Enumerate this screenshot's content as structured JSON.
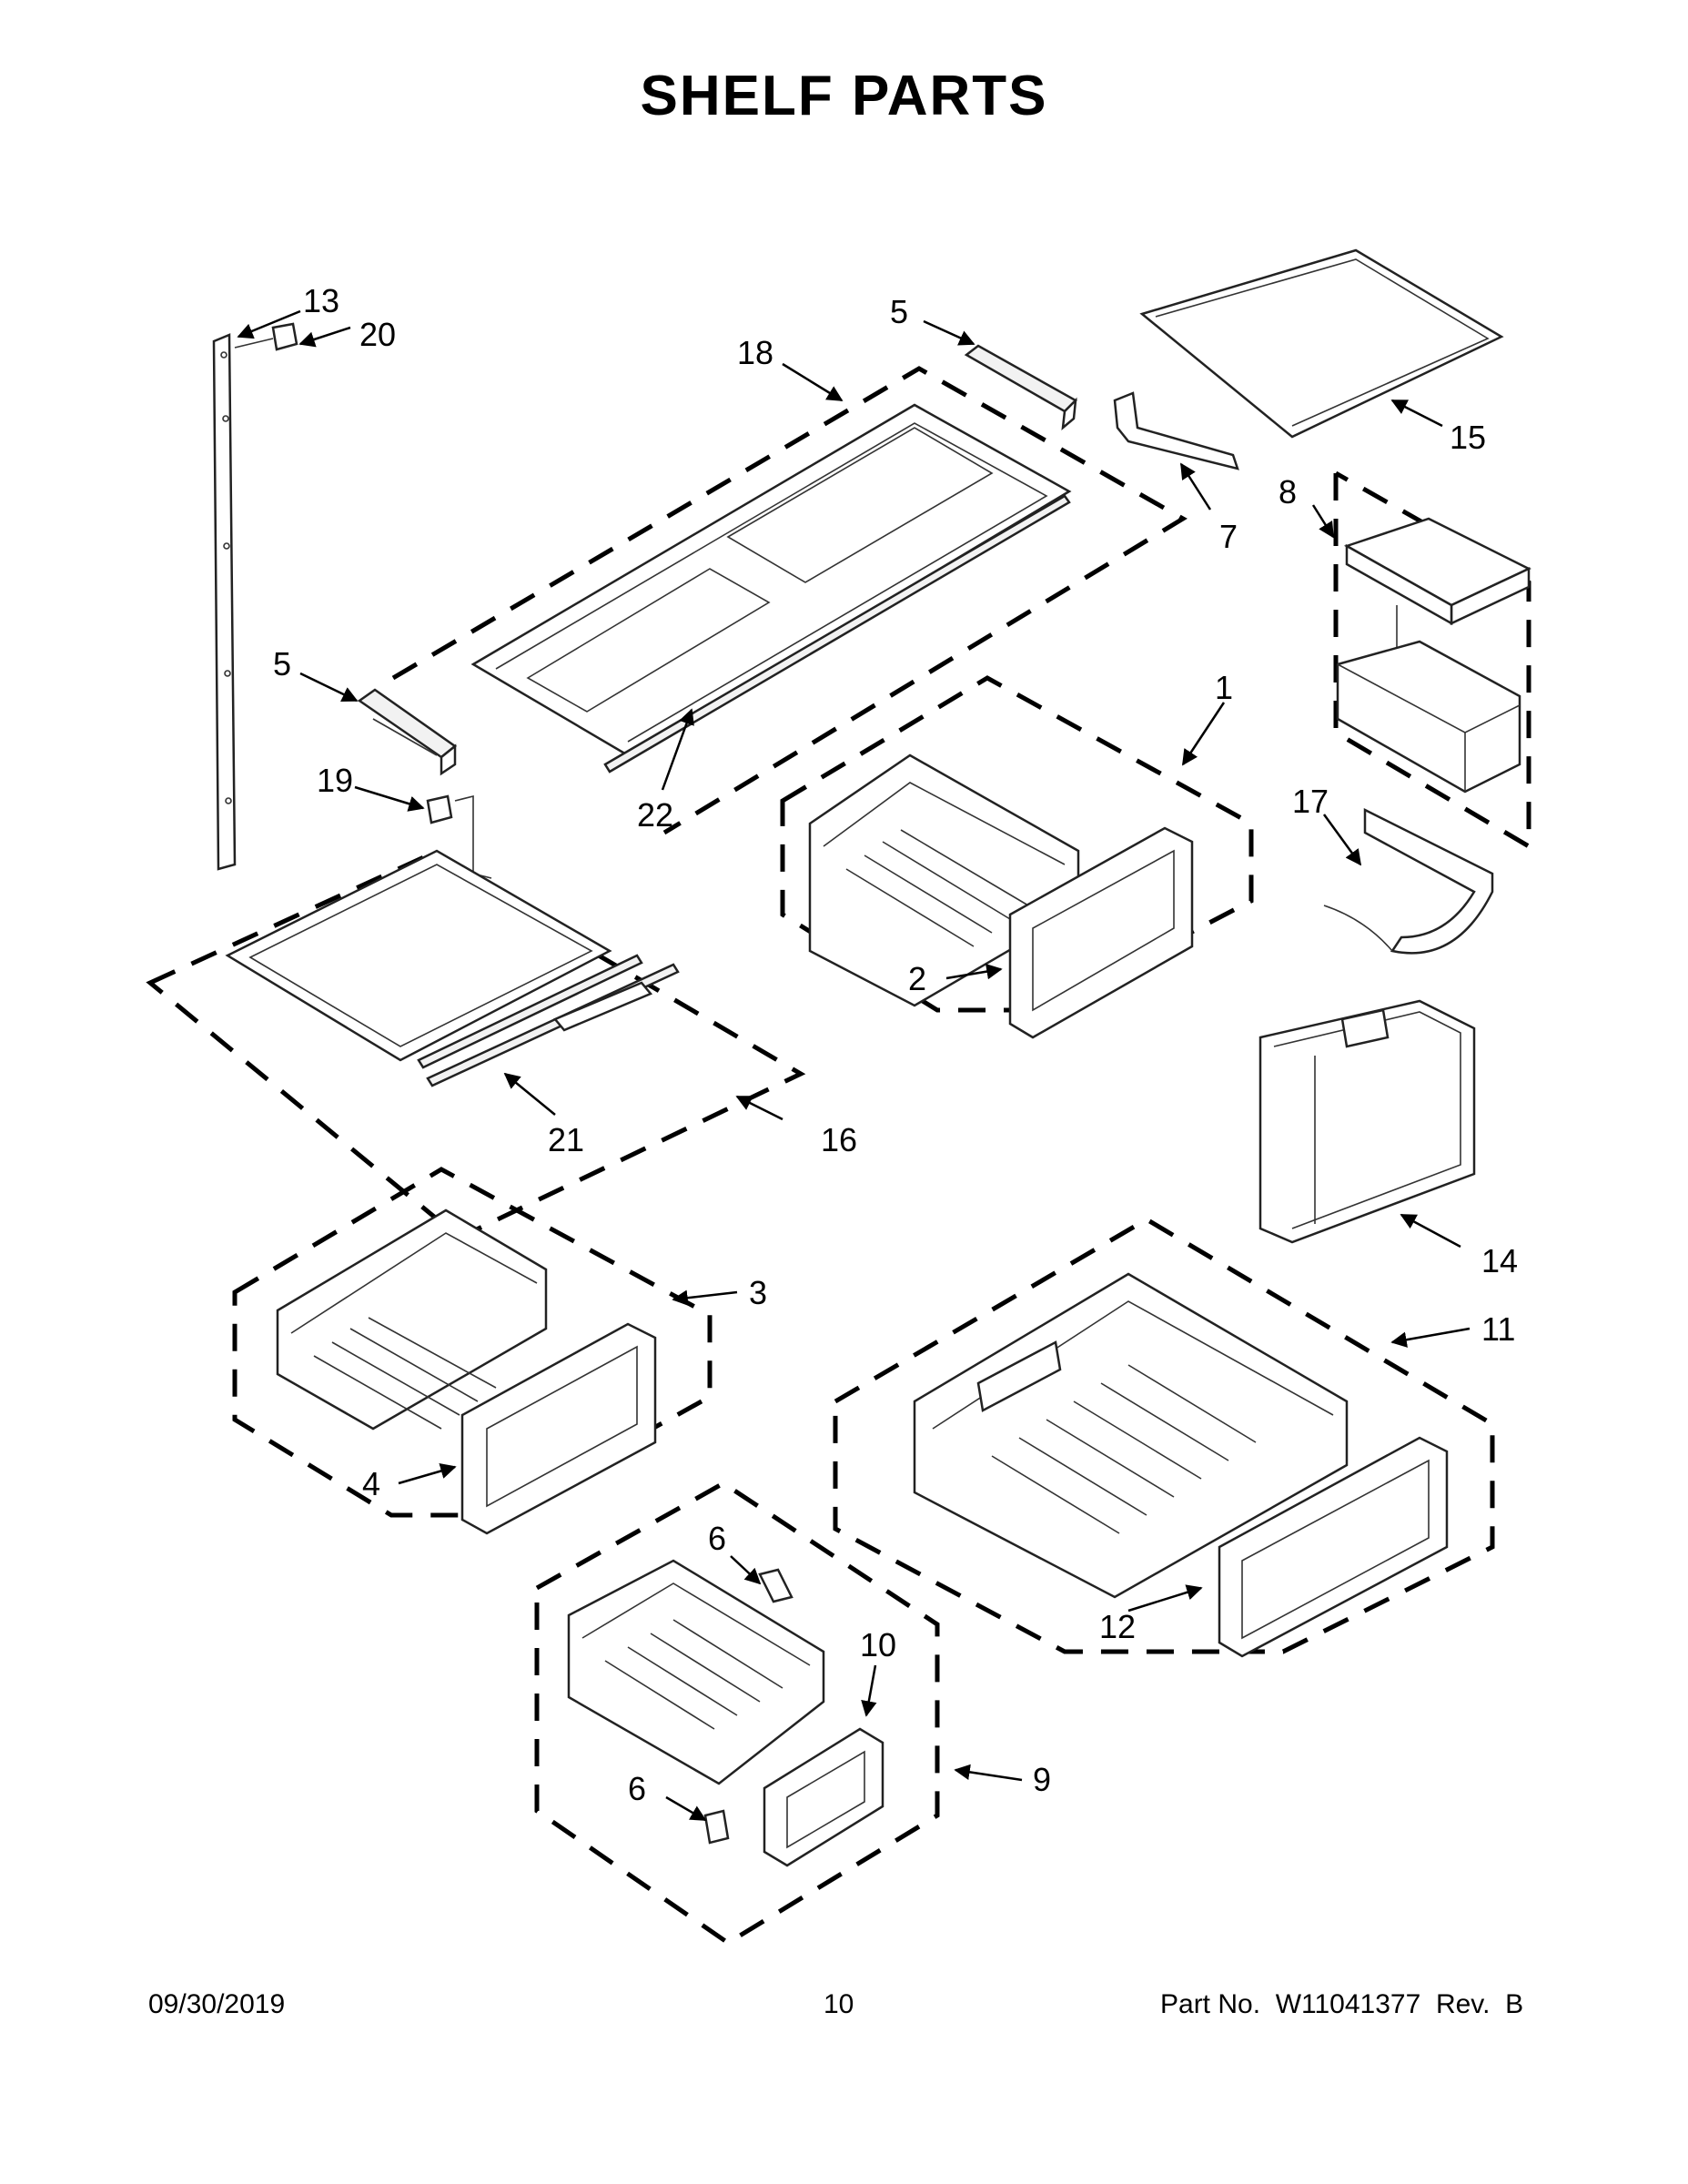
{
  "title": "SHELF PARTS",
  "footer": {
    "date": "09/30/2019",
    "page": "10",
    "part_number": "Part No.  W11041377  Rev.  B"
  },
  "callouts": [
    "13",
    "20",
    "5",
    "18",
    "15",
    "7",
    "8",
    "5",
    "1",
    "22",
    "19",
    "17",
    "2",
    "21",
    "16",
    "3",
    "14",
    "11",
    "4",
    "6",
    "10",
    "12",
    "9",
    "6"
  ]
}
